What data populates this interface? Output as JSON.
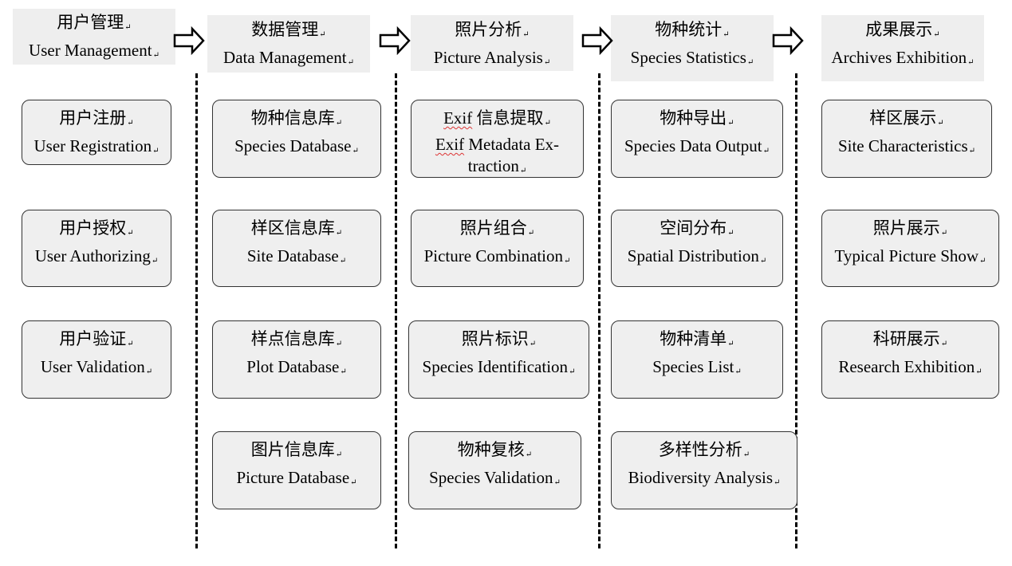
{
  "mark": "↵",
  "modules": [
    {
      "cn": "用户管理",
      "en": "User Management"
    },
    {
      "cn": "数据管理",
      "en": "Data Management"
    },
    {
      "cn": "照片分析",
      "en": "Picture Analysis"
    },
    {
      "cn": "物种统计",
      "en": "Species Statistics"
    },
    {
      "cn": "成果展示",
      "en": "Archives Exhibition"
    }
  ],
  "user_management": [
    {
      "cn": "用户注册",
      "en": "User Registration"
    },
    {
      "cn": "用户授权",
      "en": "User Authorizing"
    },
    {
      "cn": "用户验证",
      "en": "User Validation"
    }
  ],
  "data_management": [
    {
      "cn": "物种信息库",
      "en": "Species Database"
    },
    {
      "cn": "样区信息库",
      "en": "Site Database"
    },
    {
      "cn": "样点信息库",
      "en": "Plot Database"
    },
    {
      "cn": "图片信息库",
      "en": "Picture Database"
    }
  ],
  "picture_analysis": [
    {
      "cn_prefix": "Exif",
      "cn": " 信息提取",
      "en_prefix": "Exif",
      "en": " Metadata Ex-",
      "en2": "traction"
    },
    {
      "cn": "照片组合",
      "en": "Picture Combination"
    },
    {
      "cn": "照片标识",
      "en": "Species Identification"
    },
    {
      "cn": "物种复核",
      "en": "Species Validation"
    }
  ],
  "species_statistics": [
    {
      "cn": "物种导出",
      "en": "Species Data Output"
    },
    {
      "cn": "空间分布",
      "en": "Spatial Distribution"
    },
    {
      "cn": "物种清单",
      "en": "Species List"
    },
    {
      "cn": "多样性分析",
      "en": "Biodiversity Analysis"
    }
  ],
  "archives_exhibition": [
    {
      "cn": "样区展示",
      "en": "Site Characteristics"
    },
    {
      "cn": "照片展示",
      "en": "Typical Picture Show"
    },
    {
      "cn": "科研展示",
      "en": "Research Exhibition"
    }
  ]
}
